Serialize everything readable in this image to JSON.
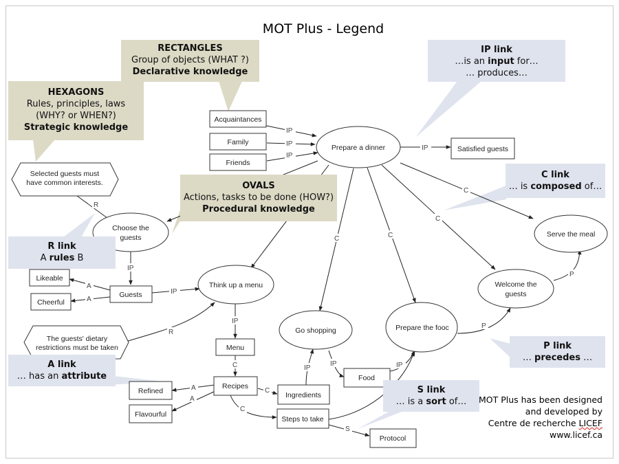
{
  "title": "MOT Plus - Legend",
  "nodes": {
    "prepare_dinner": "Prepare a dinner",
    "acquaintances": "Acquaintances",
    "family": "Family",
    "friends": "Friends",
    "satisfied_guests": "Satisfied guests",
    "selected_guests_l1": "Selected guests must",
    "selected_guests_l2": "have common interests.",
    "choose_guests_l1": "Choose the",
    "choose_guests_l2": "guests",
    "likeable": "Likeable",
    "cheerful": "Cheerful",
    "guests": "Guests",
    "think_menu": "Think up a menu",
    "serve_meal": "Serve the meal",
    "welcome_l1": "Welcome the",
    "welcome_l2": "guests",
    "go_shopping": "Go shopping",
    "prepare_food": "Prepare the fooc",
    "dietary_l1": "The guests' dietary",
    "dietary_l2": "restrictions must be taken",
    "menu": "Menu",
    "recipes": "Recipes",
    "refined": "Refined",
    "flavourful": "Flavourful",
    "ingredients": "Ingredients",
    "food": "Food",
    "steps": "Steps to take",
    "protocol": "Protocol"
  },
  "link_labels": {
    "ip": "IP",
    "c": "C",
    "r": "R",
    "a": "A",
    "p": "P",
    "s": "S"
  },
  "callouts": {
    "rectangles": {
      "title": "RECTANGLES",
      "line2": "Group of objects (WHAT ?)",
      "line3": "Declarative knowledge"
    },
    "hexagons": {
      "title": "HEXAGONS",
      "line2": "Rules, principles, laws",
      "line3": "(WHY? or WHEN?)",
      "line4": "Strategic knowledge"
    },
    "ovals": {
      "title": "OVALS",
      "line2": "Actions, tasks to be done  (HOW?)",
      "line3": "Procedural knowledge"
    },
    "ip_link": {
      "title": "IP link",
      "pre": "…is an ",
      "bold": "input",
      "post": " for…",
      "line3": "… produces…"
    },
    "c_link": {
      "title": "C link",
      "pre": "… is ",
      "bold": "composed",
      "post": " of…"
    },
    "r_link": {
      "title": "R link",
      "pre": "A ",
      "bold": "rules",
      "post": " B"
    },
    "p_link": {
      "title": "P link",
      "pre": "… ",
      "bold": "precedes",
      "post": " …"
    },
    "a_link": {
      "title": "A link",
      "pre": "… has an ",
      "bold": "attribute",
      "post": ""
    },
    "s_link": {
      "title": "S link",
      "pre": "… is a ",
      "bold": "sort",
      "post": " of…"
    }
  },
  "credits": {
    "line1": "MOT Plus has been designed",
    "line2": "and developed by",
    "line3a": "Centre de recherche ",
    "line3b": "LICEF",
    "line4": "www.licef.ca"
  },
  "colors": {
    "tan_callout": "#dcd9c5",
    "blue_callout": "#dfe3ee",
    "line": "#222222"
  }
}
